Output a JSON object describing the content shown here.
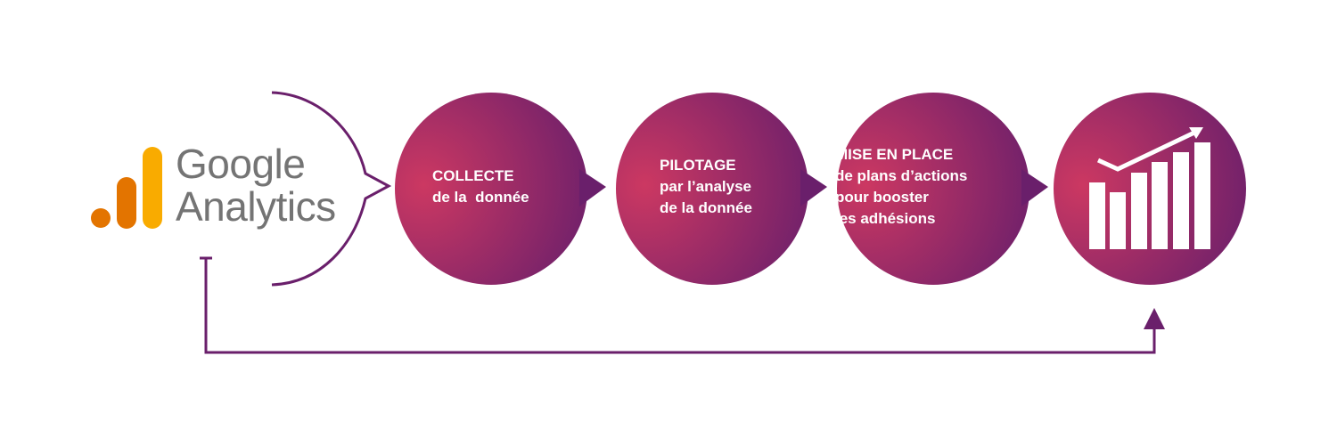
{
  "logo": {
    "line1": "Google",
    "line2": "Analytics"
  },
  "steps": [
    {
      "lines": [
        "COLLECTE",
        "de la  donnée"
      ]
    },
    {
      "lines": [
        "PILOTAGE",
        "par l’analyse",
        "de la donnée"
      ]
    },
    {
      "lines": [
        "MISE EN PLACE",
        "de plans d’actions",
        "pour booster",
        "les adhésions"
      ]
    }
  ],
  "icons": {
    "final": "growth-bar-chart-icon"
  },
  "colors": {
    "pink": "#cc3862",
    "purple": "#6a1f6b",
    "line": "#6a1f6b",
    "orange": "#e37400",
    "yellow": "#f9ab00",
    "gray": "#747474"
  }
}
